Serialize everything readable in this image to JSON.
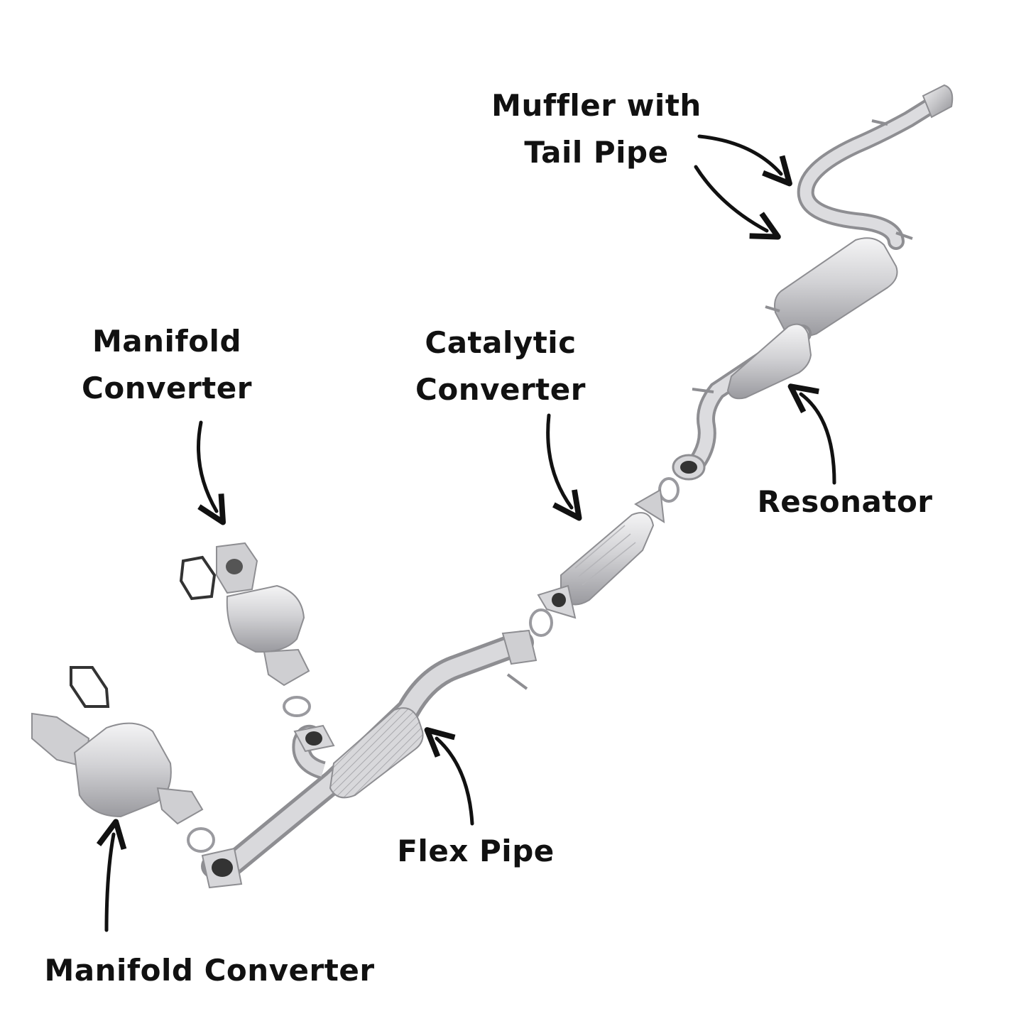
{
  "labels": {
    "muffler": {
      "line1": "Muffler with",
      "line2": "Tail Pipe"
    },
    "manifold_upper": {
      "line1": "Manifold",
      "line2": "Converter"
    },
    "catalytic": {
      "line1": "Catalytic",
      "line2": "Converter"
    },
    "resonator": "Resonator",
    "flex_pipe": "Flex Pipe",
    "manifold_lower": "Manifold Converter"
  },
  "colors": {
    "metal": "#c9c9cb",
    "metal_dark": "#8e8e92",
    "metal_light": "#ececee",
    "ink": "#111111"
  }
}
